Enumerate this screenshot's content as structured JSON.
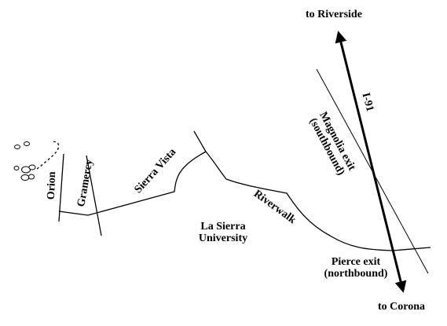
{
  "map": {
    "labels": {
      "to_riverside": "to Riverside",
      "to_corona": "to Corona",
      "i91": "I-91",
      "magnolia_line1": "Magnolia exit",
      "magnolia_line2": "(southbound)",
      "pierce_line1": "Pierce exit",
      "pierce_line2": "(northbound)",
      "la_sierra_line1": "La Sierra",
      "la_sierra_line2": "University",
      "riverwalk": "Riverwalk",
      "sierra_vista": "Sierra Vista",
      "gramercy": "Gramercy",
      "orion": "Orion"
    },
    "colors": {
      "ink": "#000000",
      "background": "#ffffff"
    },
    "icons": [
      "footprints-icon",
      "arrowhead-icon"
    ]
  }
}
